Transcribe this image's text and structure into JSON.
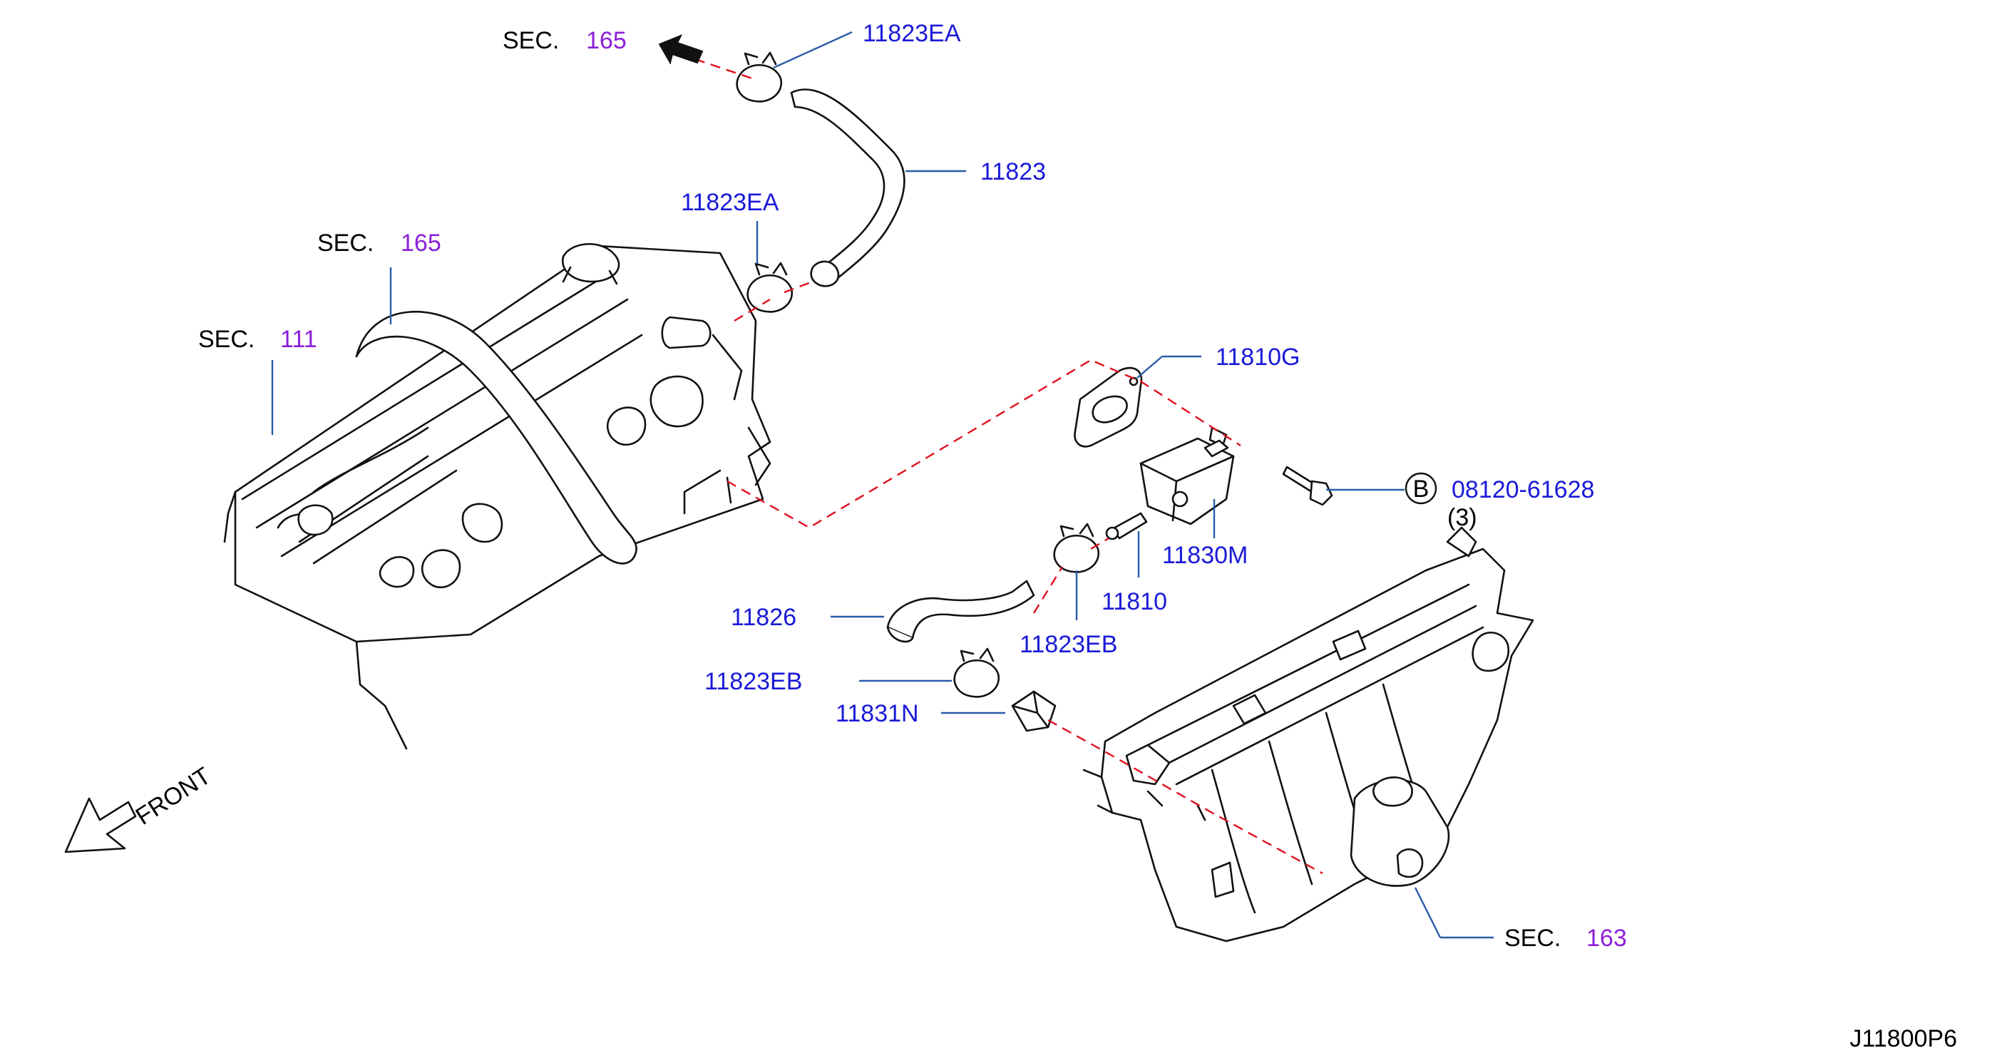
{
  "diagram_id": "J11800P6",
  "orientation_label": "FRONT",
  "section_refs": [
    {
      "prefix": "SEC.",
      "number": "165"
    },
    {
      "prefix": "SEC.",
      "number": "165"
    },
    {
      "prefix": "SEC.",
      "number": "111"
    },
    {
      "prefix": "SEC.",
      "number": "163"
    }
  ],
  "parts": [
    {
      "number": "11823EA"
    },
    {
      "number": "11823"
    },
    {
      "number": "11823EA"
    },
    {
      "number": "11810G"
    },
    {
      "number": "08120-61628",
      "marker": "B"
    },
    {
      "number": "11830M"
    },
    {
      "number": "11810"
    },
    {
      "number": "11826"
    },
    {
      "number": "11823EB"
    },
    {
      "number": "11823EB"
    },
    {
      "number": "11831N"
    }
  ],
  "quantity_note": "(3)",
  "colors": {
    "part_number": "#1a1ad8",
    "section_number": "#8c1fd8",
    "leader_line": "#2a5ca8",
    "phantom_line": "#e0101e",
    "drawing": "#111111"
  }
}
